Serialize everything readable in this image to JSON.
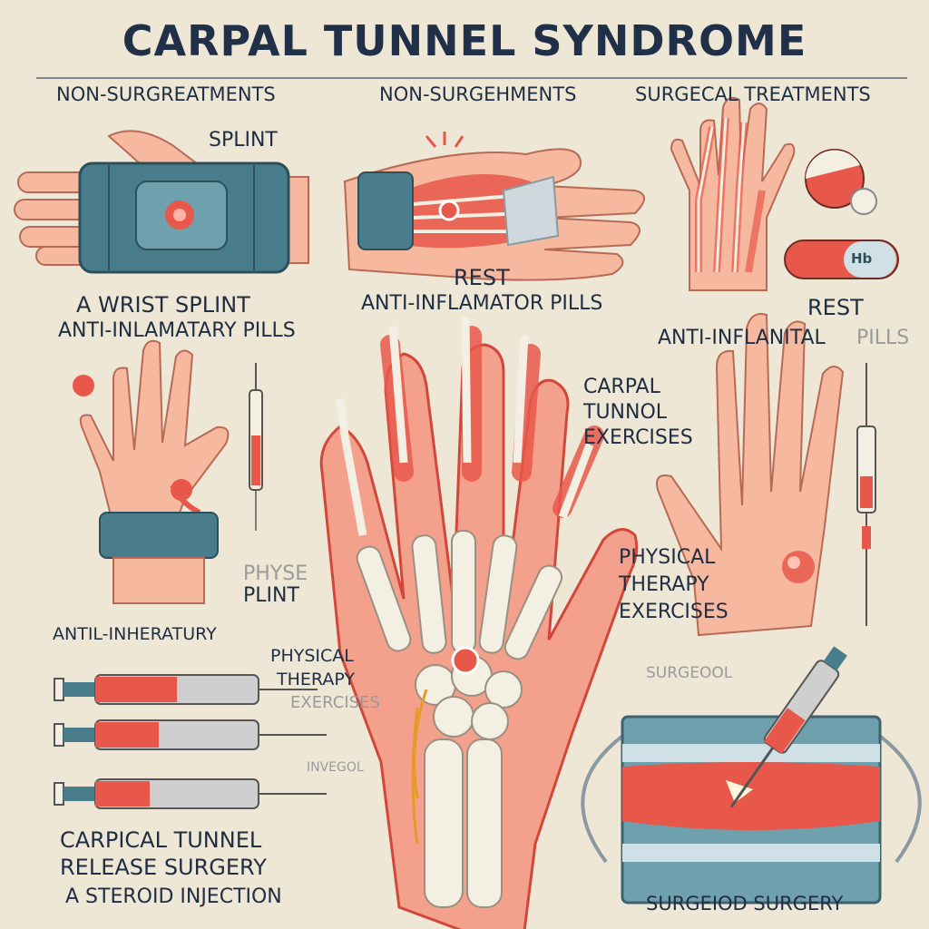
{
  "title": "CARPAL TUNNEL SYNDROME",
  "headers": [
    "NON-SURGREATMENTS",
    "NON-SURGEHMENTS",
    "SURGECAL TREATMENTS"
  ],
  "labels": {
    "splint": "SPLINT",
    "wrist_splint": "A WRIST SPLINT",
    "anti_inlamatary": "ANTI-INLAMATARY PILLS",
    "rest_mid": "REST",
    "anti_inflamator": "ANTI-INFLAMATOR PILLS",
    "rest_right": "REST",
    "anti_inflanital": "ANTI-INFLANITAL",
    "pills_faint": "PILLS",
    "carpal_exercises_1": "CARPAL",
    "carpal_exercises_2": "TUNNOL",
    "carpal_exercises_3": "EXERCISES",
    "physe": "PHYSE",
    "plint": "PLINT",
    "anti_inheratury": "ANTIL-INHERATURY",
    "pt_mid_1": "PHYSICAL",
    "pt_mid_2": "THERAPY",
    "pt_mid_3": "EXERCISES",
    "pt_right_1": "PHYSICAL",
    "pt_right_2": "THERAPY",
    "pt_right_3": "EXERCISES",
    "surgeool": "SURGEOOL",
    "invegol": "INVEGOL",
    "release_1": "CARPICAL TUNNEL",
    "release_2": "RELEASE SURGERY",
    "steroid": "A STEROID INJECTION",
    "surgeiod": "SURGEIOD SURGERY",
    "capsule_text": "Hb"
  },
  "colors": {
    "background": "#efe7d6",
    "skin": "#f6b9a0",
    "muscle": "#e8584a",
    "bone": "#f4efe3",
    "splint": "#4a7d8c",
    "text": "#1f2d42"
  }
}
